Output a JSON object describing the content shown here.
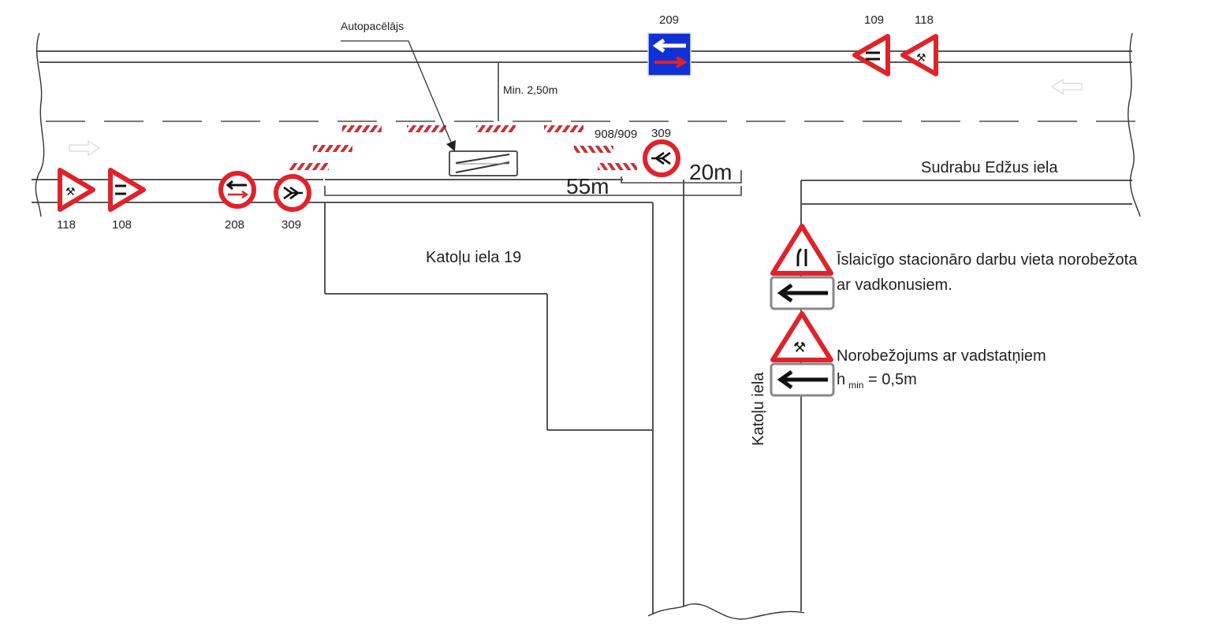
{
  "diagram": {
    "type": "traffic-management-plan",
    "colors": {
      "sign_red": "#e0222b",
      "sign_blue": "#1030d8",
      "barrier_red": "#c8323a",
      "line": "#555555",
      "text": "#222222"
    },
    "labels": {
      "crane": "Autopacēlājs",
      "clearance": "Min. 2,50m",
      "street_main": "Sudrabu Edžus iela",
      "building": "Katoļu iela 19",
      "street_side": "Katoļu iela",
      "dim_55": "55m",
      "dim_20": "20m",
      "barrier_code": "908/909"
    },
    "signs": [
      {
        "code": "118",
        "shape": "triangle",
        "icon": "road-works-icon",
        "position": "left-lower"
      },
      {
        "code": "108",
        "shape": "triangle",
        "icon": "road-narrows-icon",
        "position": "left-lower"
      },
      {
        "code": "208",
        "shape": "circle",
        "icon": "priority-oncoming-icon",
        "position": "left-lower"
      },
      {
        "code": "309",
        "shape": "circle",
        "icon": "no-pedestrians-icon",
        "position": "left-lower"
      },
      {
        "code": "309",
        "shape": "circle",
        "icon": "no-pedestrians-icon",
        "position": "center"
      },
      {
        "code": "209",
        "shape": "square",
        "icon": "priority-over-oncoming-icon",
        "position": "top"
      },
      {
        "code": "109",
        "shape": "triangle",
        "icon": "road-narrows-icon",
        "position": "top-right"
      },
      {
        "code": "118",
        "shape": "triangle",
        "icon": "road-works-icon",
        "position": "top-right"
      }
    ],
    "legend": [
      {
        "icon": "road-narrows-icon",
        "line1": "Īslaicīgo stacionāro darbu vieta norobežota",
        "line2": "ar vadkonusiem."
      },
      {
        "icon": "road-works-icon",
        "line1": "Norobežojums ar vadstatņiem",
        "line2_prefix": "h",
        "line2_sub": "min",
        "line2_suffix": " = 0,5m"
      }
    ]
  }
}
